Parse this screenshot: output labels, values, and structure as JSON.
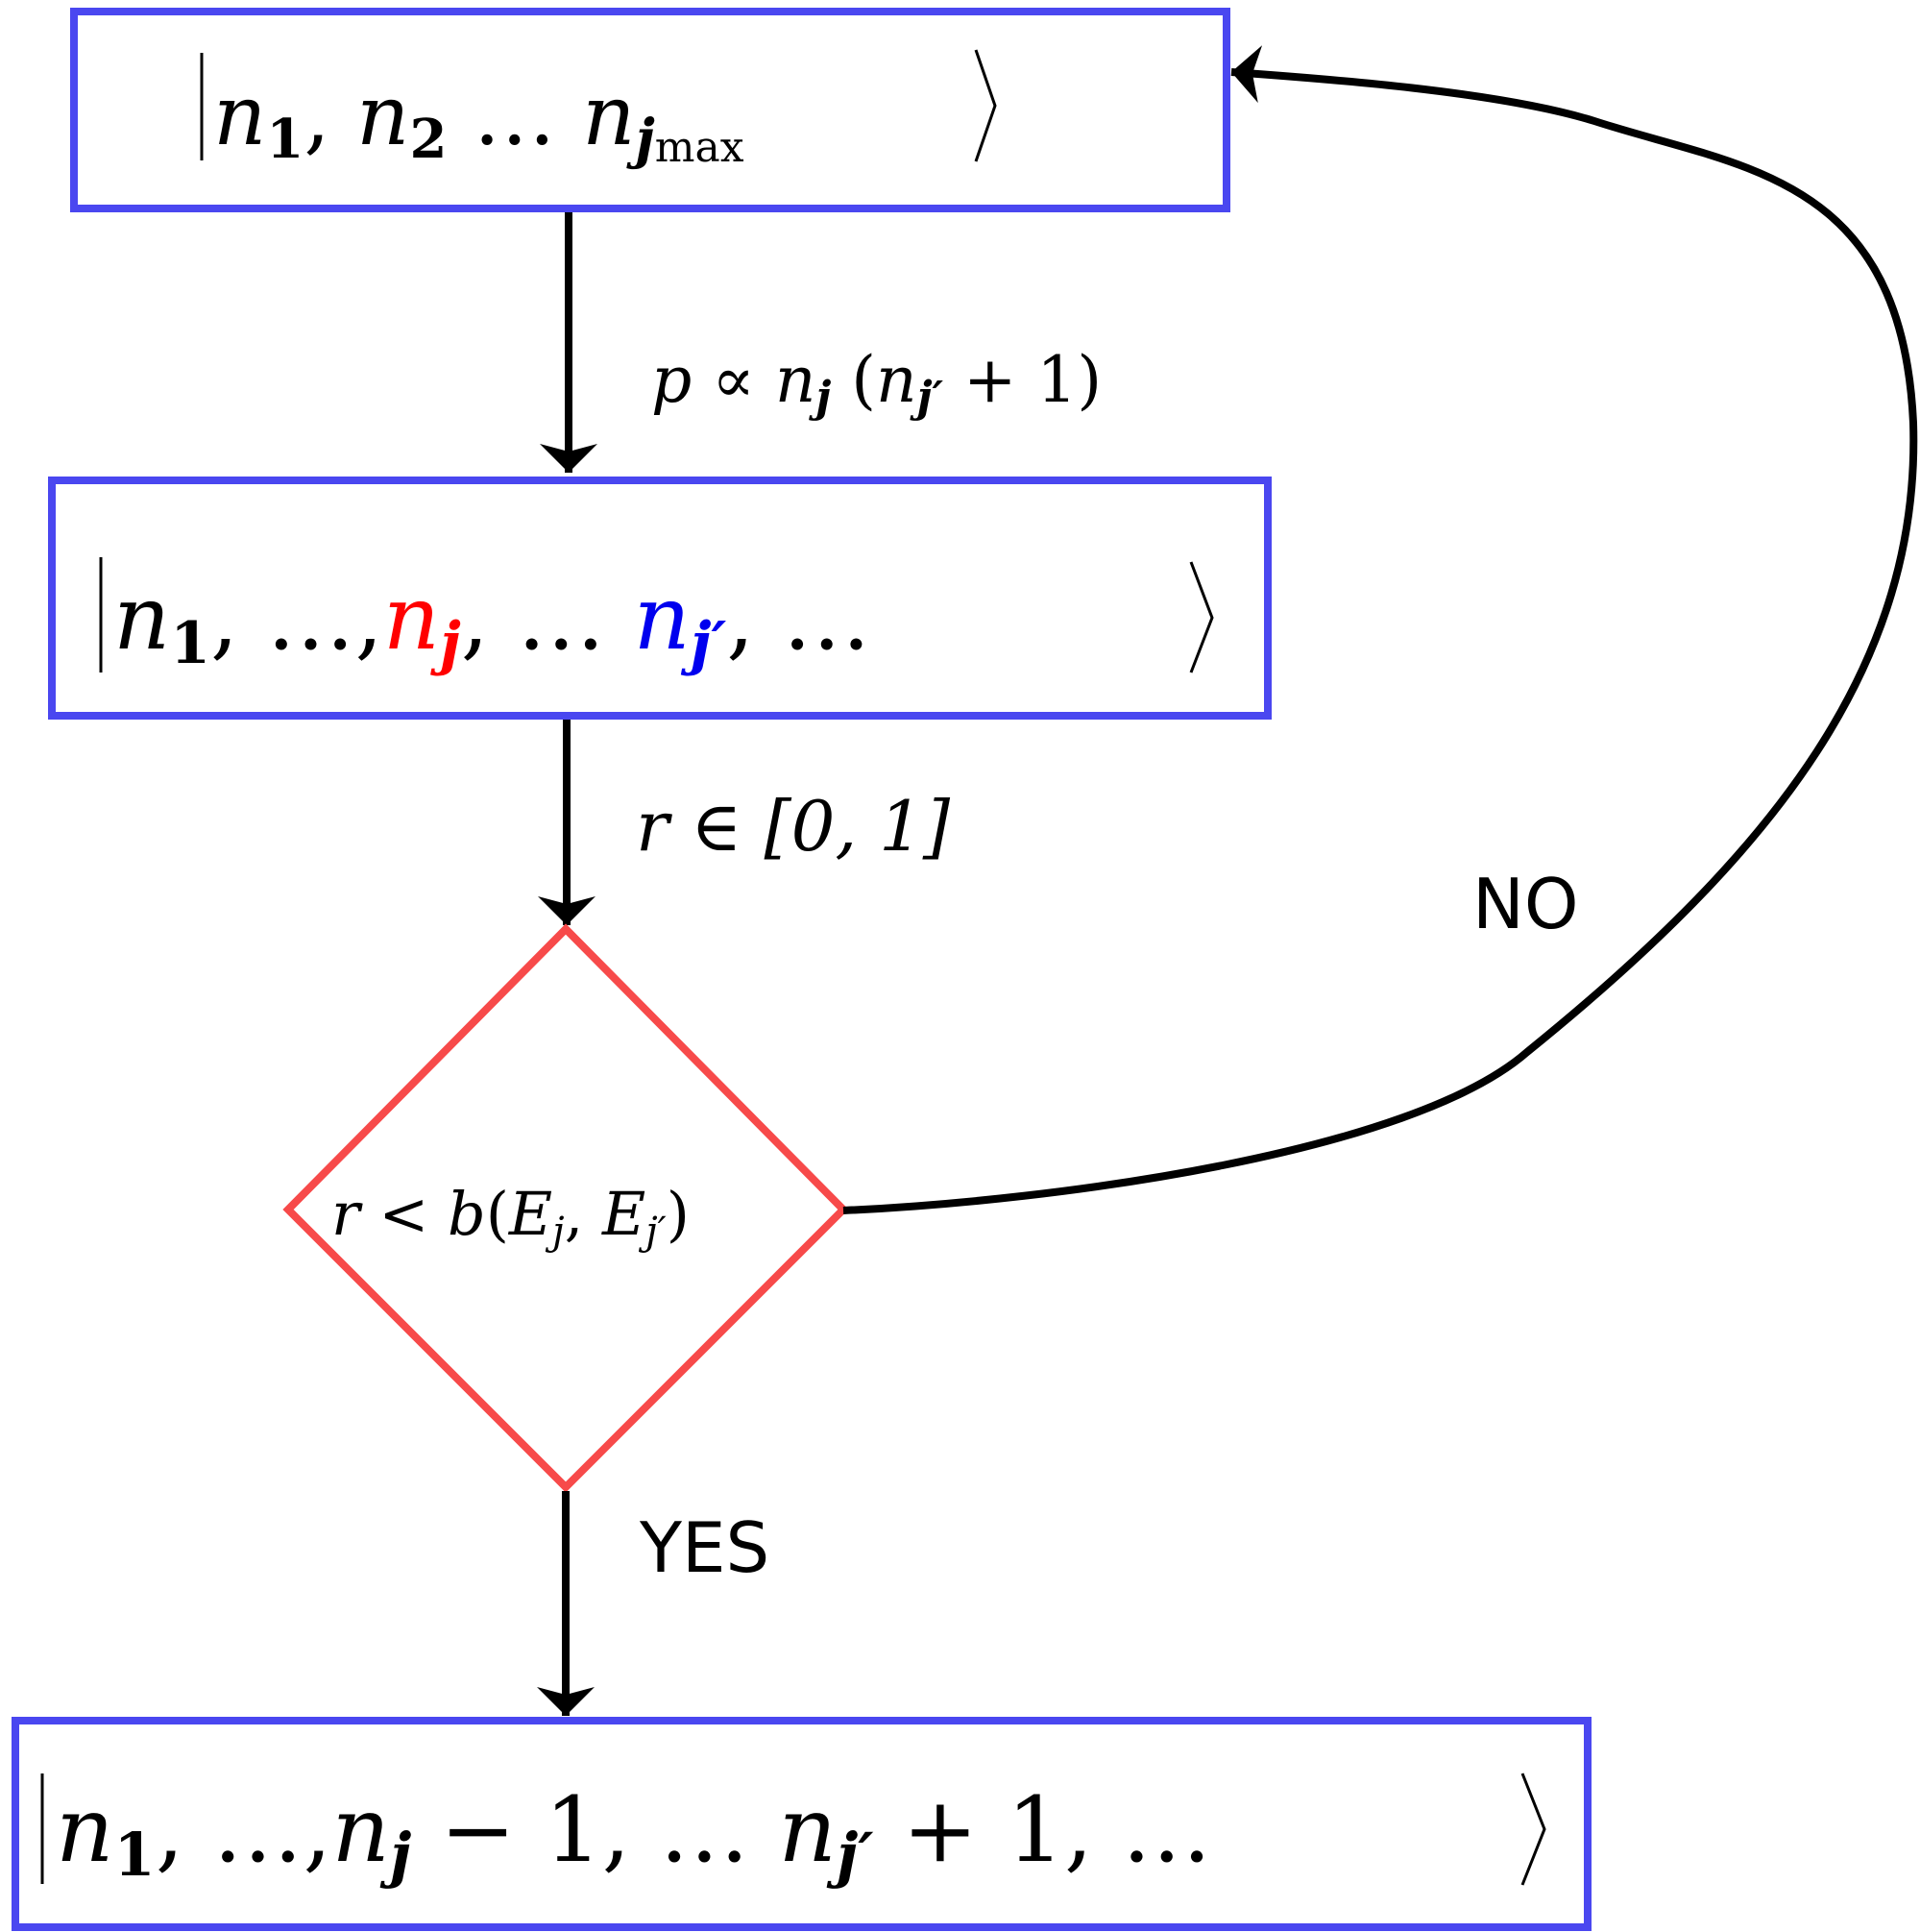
{
  "colors": {
    "box_stroke": "#4a47f0",
    "diamond_stroke": "#f74a4a",
    "arrow": "#000000",
    "highlight_nj": "#ff0000",
    "highlight_njp": "#0000ee"
  },
  "nodes": {
    "initial_state": {
      "n1": "n",
      "n1_sub": "1",
      "n2": "n",
      "n2_sub": "2",
      "dots": "…",
      "nmax": "n",
      "nmax_sub": "j",
      "nmax_subsub": "max"
    },
    "selected_state": {
      "n1": "n",
      "n1_sub": "1",
      "dots": "…",
      "nj": "n",
      "nj_sub": "j",
      "njp": "n",
      "njp_sub": "j′",
      "tail": "…"
    },
    "decision": {
      "lhs": "r < b",
      "e1": "E",
      "e1_sub": "j",
      "e2": "E",
      "e2_sub": "j′"
    },
    "final_state": {
      "n1": "n",
      "n1_sub": "1",
      "dots": "…",
      "nj": "n",
      "nj_sub": "j",
      "minus_one": " − 1, …",
      "njp": "n",
      "njp_sub": "j′",
      "plus_one": " + 1, …"
    }
  },
  "edges": {
    "probability": {
      "p": "p ∝ ",
      "nj": "n",
      "nj_sub": "j",
      "njp": "n",
      "njp_sub": "j′",
      "tail": " + 1)"
    },
    "random_draw": {
      "text": "r ∈ [0, 1]"
    },
    "no_label": "NO",
    "yes_label": "YES"
  }
}
